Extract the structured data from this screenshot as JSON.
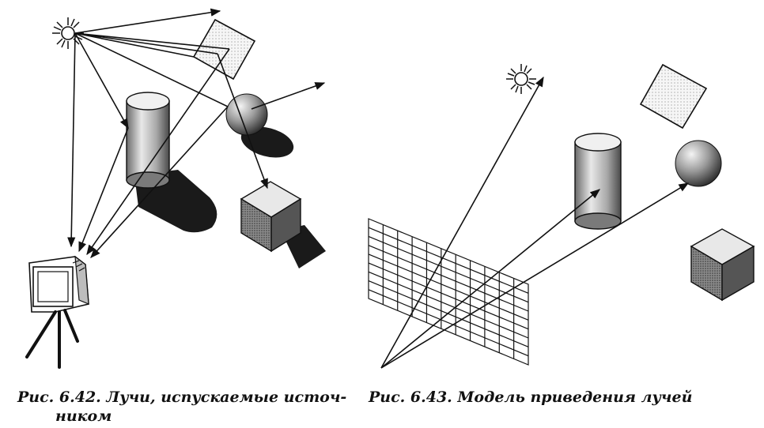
{
  "figures": {
    "left": {
      "caption_line1": "Рис. 6.42. Лучи, испускаемые источ-",
      "caption_line2": "ником"
    },
    "right": {
      "caption": "Рис. 6.43. Модель приведения лучей"
    }
  },
  "colors": {
    "ink": "#111111",
    "shadow": "#1a1a1a",
    "light_fill": "#f2f2f2"
  },
  "icons": {
    "light_source": "sun-icon",
    "camera": "camera-icon"
  }
}
